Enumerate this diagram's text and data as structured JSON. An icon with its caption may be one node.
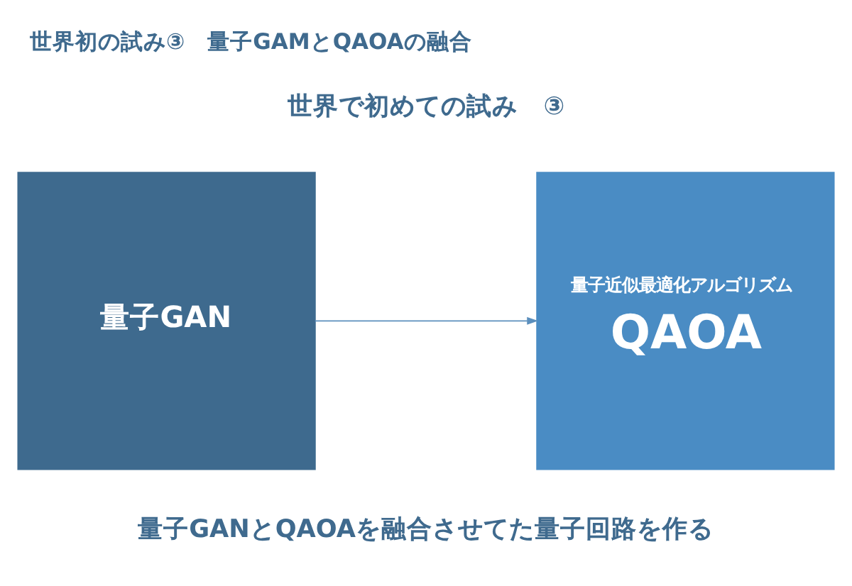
{
  "diagram": {
    "title": "世界初の試み③　量子GAMとQAOAの融合",
    "caption": "量子GANとQAOAを融合させてた量子回路を作る",
    "nodes": [
      {
        "text": [
          "量子GAN"
        ]
      },
      {
        "text": [
          "量子近似最適化アルゴリズム",
          "QAOA"
        ]
      }
    ],
    "edges": [
      {
        "from": 0,
        "to": 1,
        "arrow": "to"
      }
    ],
    "labels": [
      "世界で初めての試み　③"
    ]
  }
}
